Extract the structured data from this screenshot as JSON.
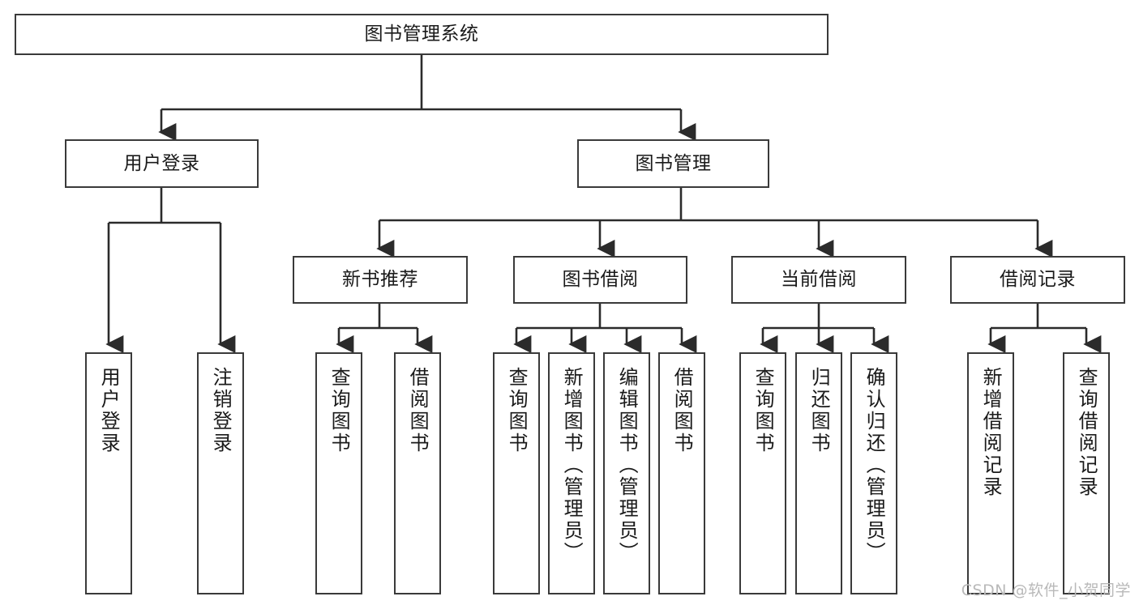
{
  "diagram": {
    "type": "tree-hierarchy-diagram",
    "title": "图书管理系统",
    "watermark": "CSDN @软件_小贺同学",
    "colors": {
      "box_border": "#3a3a3a",
      "box_fill": "#ffffff",
      "connector": "#2b2b2b",
      "text": "#1a1a1a",
      "watermark": "#b9b9b9"
    },
    "nodes": {
      "root": {
        "label": "图书管理系统",
        "level": 0
      },
      "level1": [
        {
          "id": "user-login",
          "label": "用户登录"
        },
        {
          "id": "book-manage",
          "label": "图书管理"
        }
      ],
      "level2": [
        {
          "id": "new-book-rec",
          "label": "新书推荐",
          "parent": "book-manage"
        },
        {
          "id": "book-borrow",
          "label": "图书借阅",
          "parent": "book-manage"
        },
        {
          "id": "current-borrow",
          "label": "当前借阅",
          "parent": "book-manage"
        },
        {
          "id": "borrow-record",
          "label": "借阅记录",
          "parent": "book-manage"
        }
      ],
      "leaves": [
        {
          "id": "leaf-user-login",
          "label": "用户登录",
          "parent": "user-login"
        },
        {
          "id": "leaf-logout",
          "label": "注销登录",
          "parent": "user-login"
        },
        {
          "id": "leaf-query-book-1",
          "label": "查询图书",
          "parent": "new-book-rec"
        },
        {
          "id": "leaf-borrow-book-1",
          "label": "借阅图书",
          "parent": "new-book-rec"
        },
        {
          "id": "leaf-query-book-2",
          "label": "查询图书",
          "parent": "book-borrow"
        },
        {
          "id": "leaf-add-book",
          "label": "新增图书（管理员）",
          "parent": "book-borrow"
        },
        {
          "id": "leaf-edit-book",
          "label": "编辑图书（管理员）",
          "parent": "book-borrow"
        },
        {
          "id": "leaf-borrow-book-2",
          "label": "借阅图书",
          "parent": "book-borrow"
        },
        {
          "id": "leaf-query-book-3",
          "label": "查询图书",
          "parent": "current-borrow"
        },
        {
          "id": "leaf-return-book",
          "label": "归还图书",
          "parent": "current-borrow"
        },
        {
          "id": "leaf-confirm-return",
          "label": "确认归还（管理员）",
          "parent": "current-borrow"
        },
        {
          "id": "leaf-add-record",
          "label": "新增借阅记录",
          "parent": "borrow-record"
        },
        {
          "id": "leaf-query-record",
          "label": "查询借阅记录",
          "parent": "borrow-record"
        }
      ]
    }
  }
}
